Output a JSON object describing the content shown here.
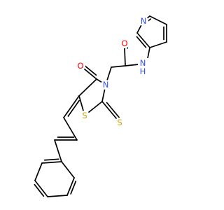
{
  "atoms": {
    "o_ring": {
      "symbol": "O",
      "color": "#ff0000"
    },
    "n_ring": {
      "symbol": "N",
      "color": "#3050f8"
    },
    "s_ring": {
      "symbol": "S",
      "color": "#c8a000"
    },
    "s_thione": {
      "symbol": "S",
      "color": "#c8a000"
    },
    "o_amide": {
      "symbol": "O",
      "color": "#ff0000"
    },
    "nh_amide": {
      "symbol": "N",
      "h": "H",
      "color": "#3050f8"
    },
    "n_pyridine": {
      "symbol": "N",
      "color": "#3050f8"
    }
  },
  "colors": {
    "bond": "#000000",
    "background": "#ffffff"
  }
}
